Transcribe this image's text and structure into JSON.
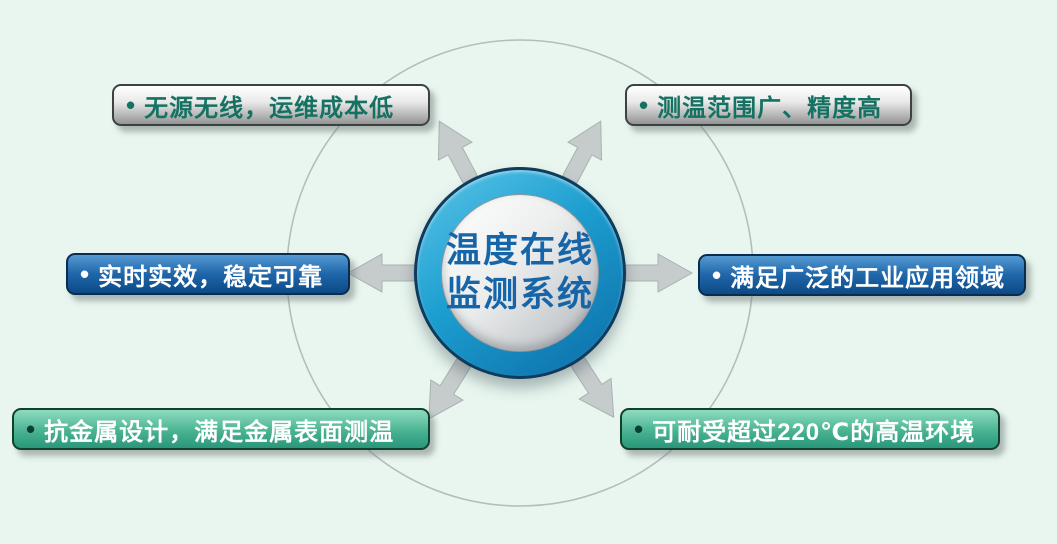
{
  "diagram": {
    "title": {
      "line1": "温度在线",
      "line2": "监测系统"
    },
    "badges": [
      {
        "position": "top-left",
        "bullet": "•",
        "label": "无源无线，运维成本低",
        "style": "silver",
        "text_color": "#157263"
      },
      {
        "position": "top-right",
        "bullet": "•",
        "label": "测温范围广、精度高",
        "style": "silver",
        "text_color": "#157263"
      },
      {
        "position": "middle-left",
        "bullet": "•",
        "label": "实时实效，稳定可靠",
        "style": "blue",
        "text_color": "#ffffff"
      },
      {
        "position": "middle-right",
        "bullet": "•",
        "label": "满足广泛的工业应用领域",
        "style": "blue",
        "text_color": "#ffffff"
      },
      {
        "position": "bottom-left",
        "bullet": "•",
        "label": "抗金属设计，满足金属表面测温",
        "style": "green",
        "text_color": "#ffffff"
      },
      {
        "position": "bottom-right",
        "bullet": "•",
        "label": "可耐受超过220℃的高温环境",
        "style": "green",
        "text_color": "#ffffff"
      }
    ],
    "colors": {
      "background": "#e9f6ef",
      "silver_badge_text": "#157263",
      "blue_badge": "#1f66a9",
      "green_badge": "#49b392",
      "hub_ring_blue": "#1d9ed0",
      "hub_title_text": "#1765a9",
      "arrow_gray": "#c6cbcc",
      "orbit_circle": "#b6bcbc"
    }
  }
}
